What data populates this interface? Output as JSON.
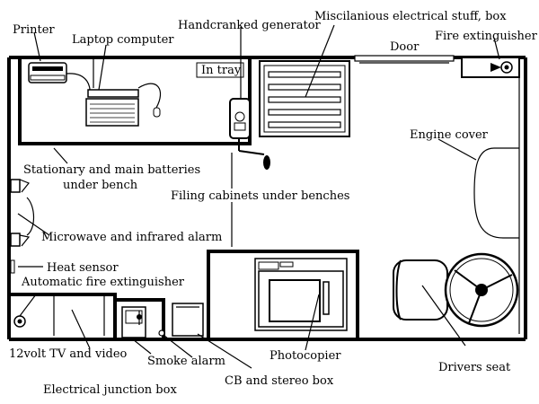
{
  "labels": {
    "printer": "Printer",
    "laptop": "Laptop computer",
    "generator": "Handcranked generator",
    "misc": "Miscilanious electrical stuff, box",
    "door": "Door",
    "fire_ext": "Fire extinguisher",
    "in_tray": "In tray",
    "engine_cover": "Engine cover",
    "batteries_1": "Stationary and main batteries",
    "batteries_2": "under bench",
    "filing": "Filing cabinets under benches",
    "microwave": "Microwave and infrared alarm",
    "heat_sensor": "Heat sensor",
    "auto_fire": "Automatic fire extinguisher",
    "tv": "12volt TV and video",
    "smoke": "Smoke alarm",
    "photocopier": "Photocopier",
    "drivers_seat": "Drivers seat",
    "junction": "Electrical junction box",
    "cb_stereo": "CB and stereo box"
  }
}
